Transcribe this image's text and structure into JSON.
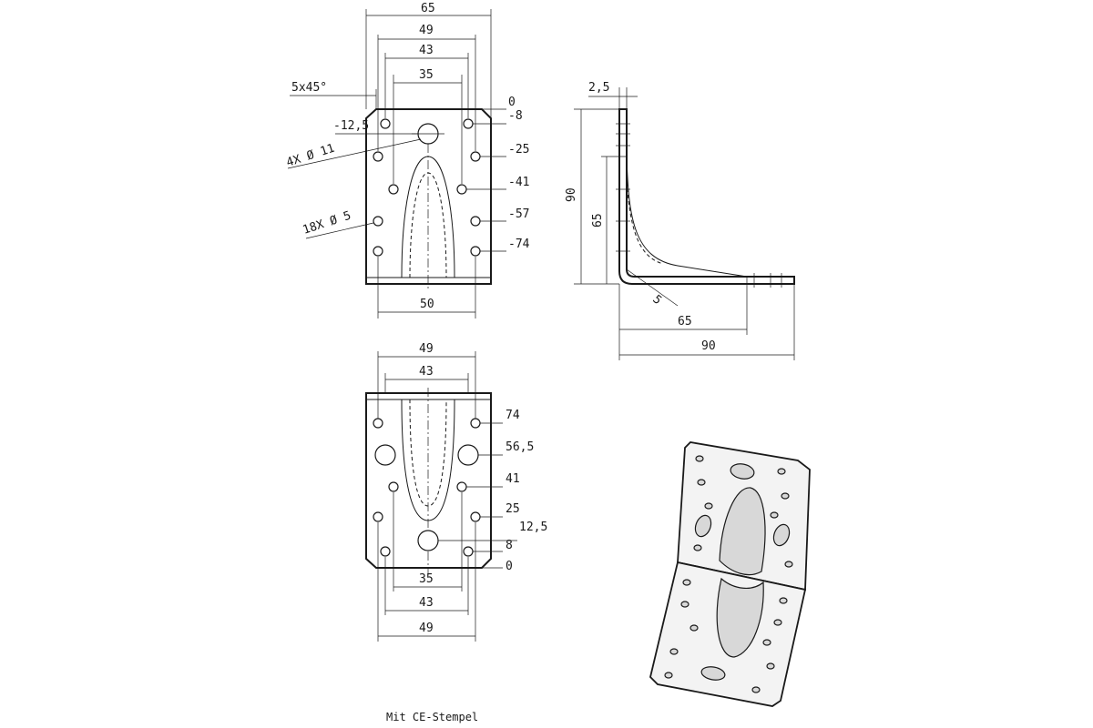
{
  "front_view": {
    "top_dims": [
      "65",
      "49",
      "43",
      "35"
    ],
    "chamfer": "5x45°",
    "right_dims": [
      "0",
      "-8",
      "-25",
      "-41",
      "-57",
      "-74"
    ],
    "left_dim": "-12,5",
    "hole_large_callout": "4X Ø 11",
    "hole_small_callout": "18X Ø 5",
    "bottom_dim": "50"
  },
  "side_view": {
    "thickness": "2,5",
    "height_total": "90",
    "height_inner": "65",
    "radius": "5",
    "width_inner": "65",
    "width_total": "90"
  },
  "bottom_view": {
    "top_dims": [
      "49",
      "43"
    ],
    "right_dims": [
      "74",
      "56,5",
      "41",
      "25",
      "12,5",
      "8",
      "0"
    ],
    "bottom_dims": [
      "35",
      "43",
      "49"
    ]
  },
  "caption": "Mit CE-Stempel"
}
